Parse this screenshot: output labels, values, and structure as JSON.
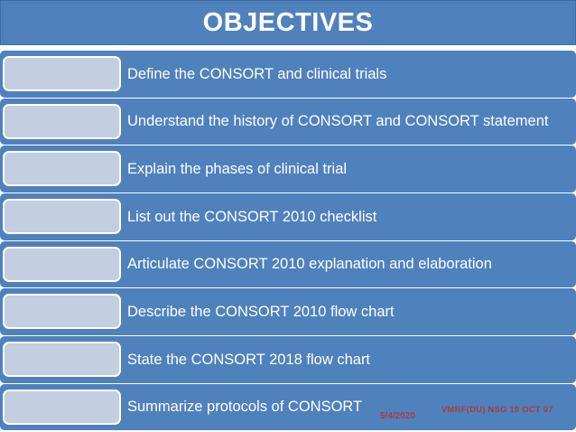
{
  "slide": {
    "title": "OBJECTIVES",
    "colors": {
      "band": "#4f81bd",
      "marker": "#c3cee0",
      "marker_border": "#ffffff",
      "text": "#ffffff",
      "footer_text": "#a83c3c",
      "background": "#ffffff"
    }
  },
  "objectives": [
    {
      "label": "Define the CONSORT and clinical trials"
    },
    {
      "label": "Understand the history of CONSORT and CONSORT statement"
    },
    {
      "label": "Explain the phases of clinical trial"
    },
    {
      "label": "List out the CONSORT 2010 checklist"
    },
    {
      "label": "Articulate CONSORT 2010 explanation and elaboration"
    },
    {
      "label": "Describe the CONSORT 2010 flow chart"
    },
    {
      "label": "State the CONSORT 2018 flow chart"
    },
    {
      "label": "Summarize protocols of CONSORT"
    }
  ],
  "footer": {
    "date": "5/4/2020",
    "note": "VMRF(DU) NSG 19 OCT 07"
  }
}
